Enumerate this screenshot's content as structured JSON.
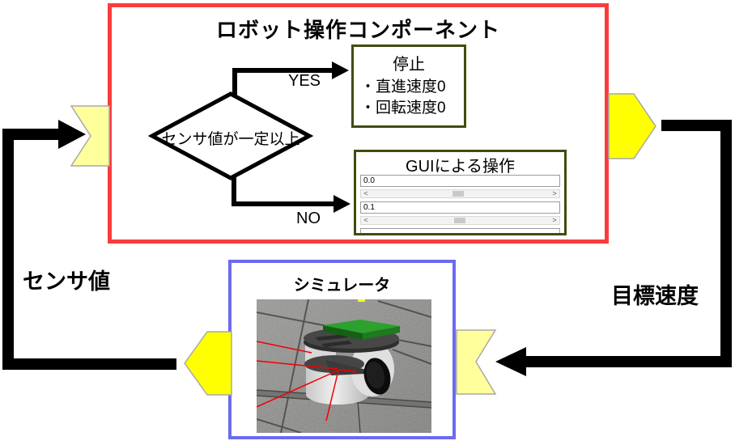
{
  "component_box": {
    "title": "ロボット操作コンポーネント",
    "decision": {
      "label": "センサ値が一定以上",
      "yes_label": "YES",
      "no_label": "NO"
    },
    "stop_box": {
      "title": "停止",
      "items": [
        "・直進速度0",
        "・回転速度0"
      ]
    },
    "gui_box": {
      "title": "GUIによる操作",
      "field1_value": "0.0",
      "field2_value": "0.1",
      "scroll_left": "<",
      "scroll_right": ">"
    }
  },
  "simulator_box": {
    "title": "シミュレータ"
  },
  "flow_labels": {
    "sensor_value": "センサ値",
    "target_velocity": "目標速度"
  },
  "colors": {
    "component_border": "#fa3c3c",
    "inner_box_border": "#3f4d0e",
    "simulator_border": "#6b6bf0",
    "outport_fill": "#ffff00",
    "inport_fill": "#ffff9c",
    "port_stroke": "#a8a8a8",
    "arrow": "#000000",
    "laser": "#f20000",
    "robot_top_green": "#2da02d"
  }
}
